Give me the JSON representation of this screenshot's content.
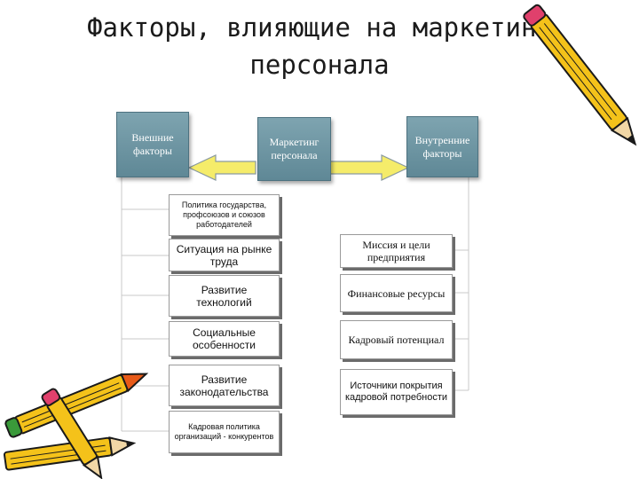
{
  "title": {
    "line1": "Факторы, влияющие на маркетинг",
    "line2": "персонала"
  },
  "headers": {
    "external": "Внешние факторы",
    "center": "Маркетинг персонала",
    "internal": "Внутренние факторы"
  },
  "external_factors": [
    "Политика государства, профсоюзов и союзов работодателей",
    "Ситуация на рынке труда",
    "Развитие технологий",
    "Социальные особенности",
    "Развитие законодательства",
    "Кадровая политика организаций - конкурентов"
  ],
  "internal_factors": [
    "Миссия и цели предприятия",
    "Финансовые ресурсы",
    "Кадровый потенциал",
    "Источники покрытия кадровой потребности"
  ],
  "colors": {
    "header_fill": "#6f97a4",
    "arrow_fill": "#f5ec6a",
    "arrow_stroke": "#8a9aa0",
    "pencil_body": "#f4c21a",
    "pencil_tip": "#e85a18",
    "pencil_eraser": "#e0406c"
  },
  "decorations": {
    "top_right": "pencil-icon",
    "bottom_left": "pencils-icon"
  }
}
